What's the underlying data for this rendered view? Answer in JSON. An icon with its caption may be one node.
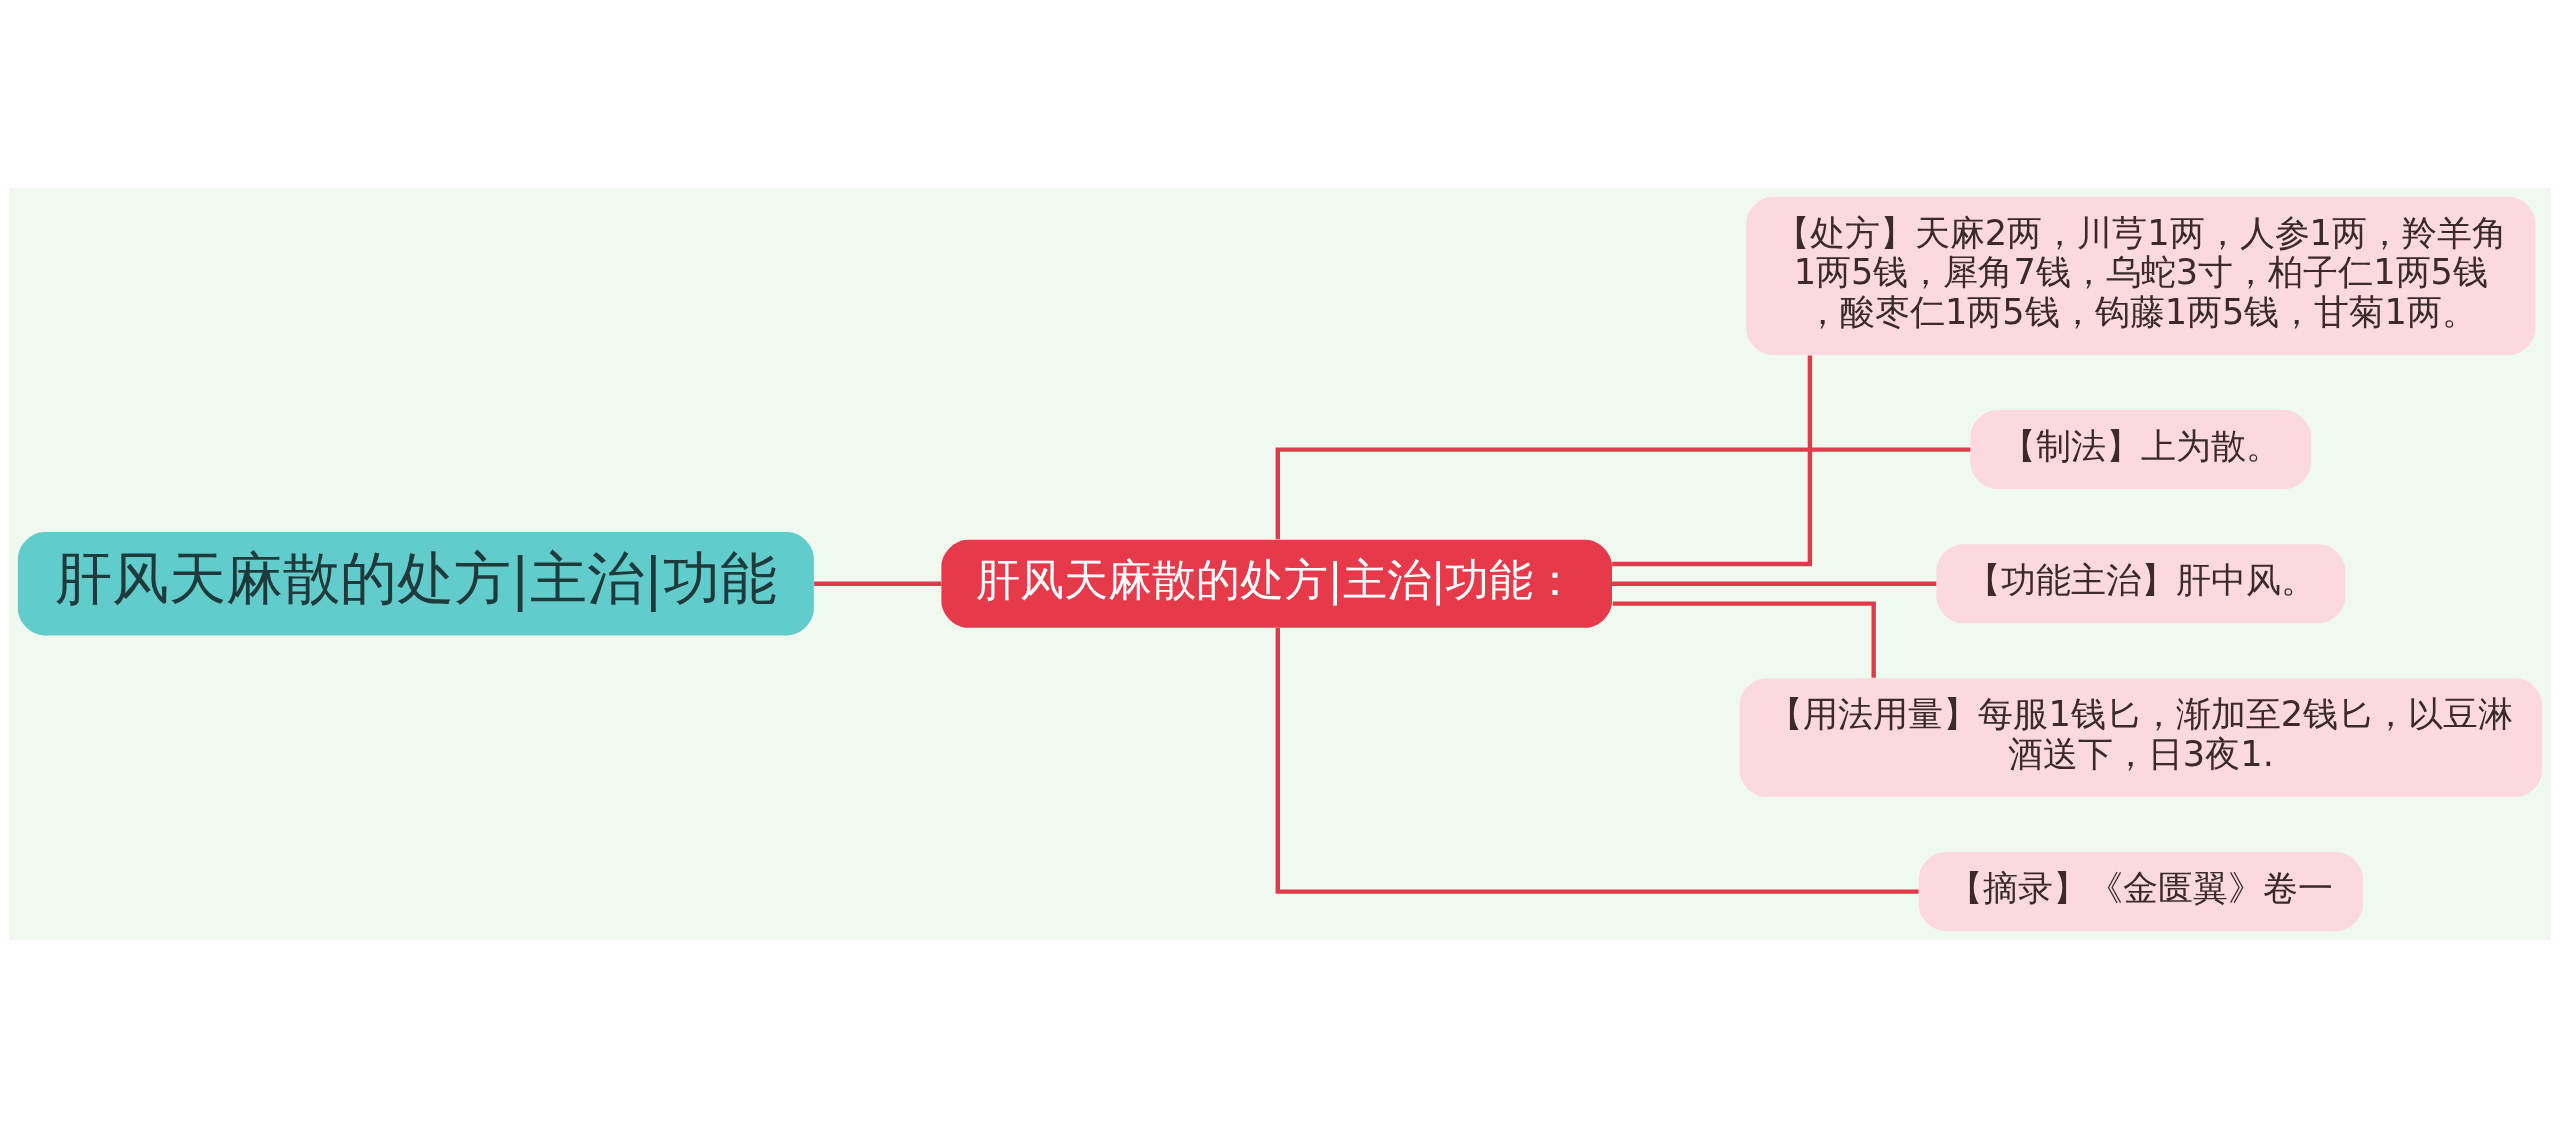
{
  "diagram": {
    "nodes": [
      {
        "text": [
          "肝风天麻散的处方|主治|功能"
        ]
      },
      {
        "text": [
          "肝风天麻散的处方|主治|功能："
        ]
      },
      {
        "text": [
          "【处方】天麻2两，川芎1两，人参1两，羚羊角1两5钱，犀角7钱，乌蛇3寸，柏子仁1两5钱，酸枣仁1两5钱，钩藤1两5钱，甘菊1两。"
        ]
      },
      {
        "text": [
          "【制法】上为散。"
        ]
      },
      {
        "text": [
          "【功能主治】肝中风。"
        ]
      },
      {
        "text": [
          "【用法用量】每服1钱匕，渐加至2钱匕，以豆淋酒送下，日3夜1."
        ]
      },
      {
        "text": [
          "【摘录】《金匮翼》卷一"
        ]
      }
    ],
    "edges": [
      {
        "from": 0,
        "to": 1,
        "arrow": "none"
      },
      {
        "from": 1,
        "to": 2,
        "arrow": "none"
      },
      {
        "from": 1,
        "to": 3,
        "arrow": "none"
      },
      {
        "from": 1,
        "to": 4,
        "arrow": "none"
      },
      {
        "from": 1,
        "to": 5,
        "arrow": "none"
      },
      {
        "from": 1,
        "to": 6,
        "arrow": "none"
      }
    ]
  }
}
